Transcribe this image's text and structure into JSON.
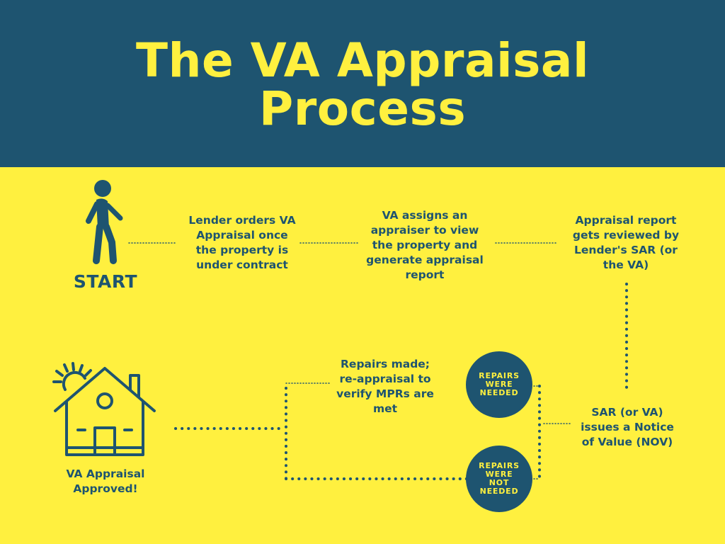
{
  "header": {
    "title_line1": "The VA Appraisal",
    "title_line2": "Process"
  },
  "start": {
    "label": "START",
    "icon": "person-walking-icon"
  },
  "steps": {
    "lender_orders": [
      "Lender orders VA",
      "Appraisal once",
      "the property is",
      "under contract"
    ],
    "va_assigns": [
      "VA assigns an",
      "appraiser to view",
      "the property and",
      "generate appraisal",
      "report"
    ],
    "report_reviewed": [
      "Appraisal report",
      "gets reviewed by",
      "Lender's SAR (or",
      "the VA)"
    ],
    "nov_issued": [
      "SAR (or VA)",
      "issues a Notice",
      "of Value (NOV)"
    ],
    "repairs_made": [
      "Repairs made;",
      "re-appraisal to",
      "verify MPRs are",
      "met"
    ],
    "approved": [
      "VA Appraisal",
      "Approved!"
    ]
  },
  "badges": {
    "needed": [
      "REPAIRS",
      "WERE",
      "NEEDED"
    ],
    "not_needed": [
      "REPAIRS",
      "WERE",
      "NOT",
      "NEEDED"
    ]
  },
  "end": {
    "icon": "house-icon"
  },
  "colors": {
    "navy": "#1E5470",
    "yellow": "#FFF03F"
  }
}
